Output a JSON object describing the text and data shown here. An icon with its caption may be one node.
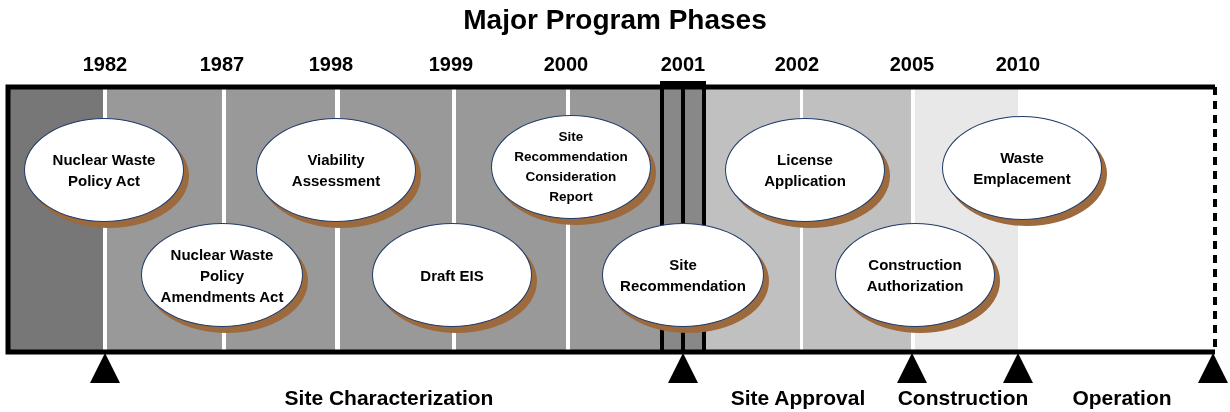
{
  "diagram": {
    "title": "Major Program Phases",
    "nodes": [
      {
        "text": [
          "Nuclear Waste Policy Act"
        ]
      },
      {
        "text": [
          "Viability Assessment"
        ]
      },
      {
        "text": [
          "Site Recommendation Consideration Report"
        ]
      },
      {
        "text": [
          "License Application"
        ]
      },
      {
        "text": [
          "Waste Emplacement"
        ]
      },
      {
        "text": [
          "Nuclear Waste Policy Amendments Act"
        ]
      },
      {
        "text": [
          "Draft EIS"
        ]
      },
      {
        "text": [
          "Site Recommendation"
        ]
      },
      {
        "text": [
          "Construction Authorization"
        ]
      }
    ],
    "labels": [
      "1982",
      "1987",
      "1998",
      "1999",
      "2000",
      "2001",
      "2002",
      "2005",
      "2010",
      "Site Characterization",
      "Site Approval",
      "Construction",
      "Operation"
    ]
  }
}
